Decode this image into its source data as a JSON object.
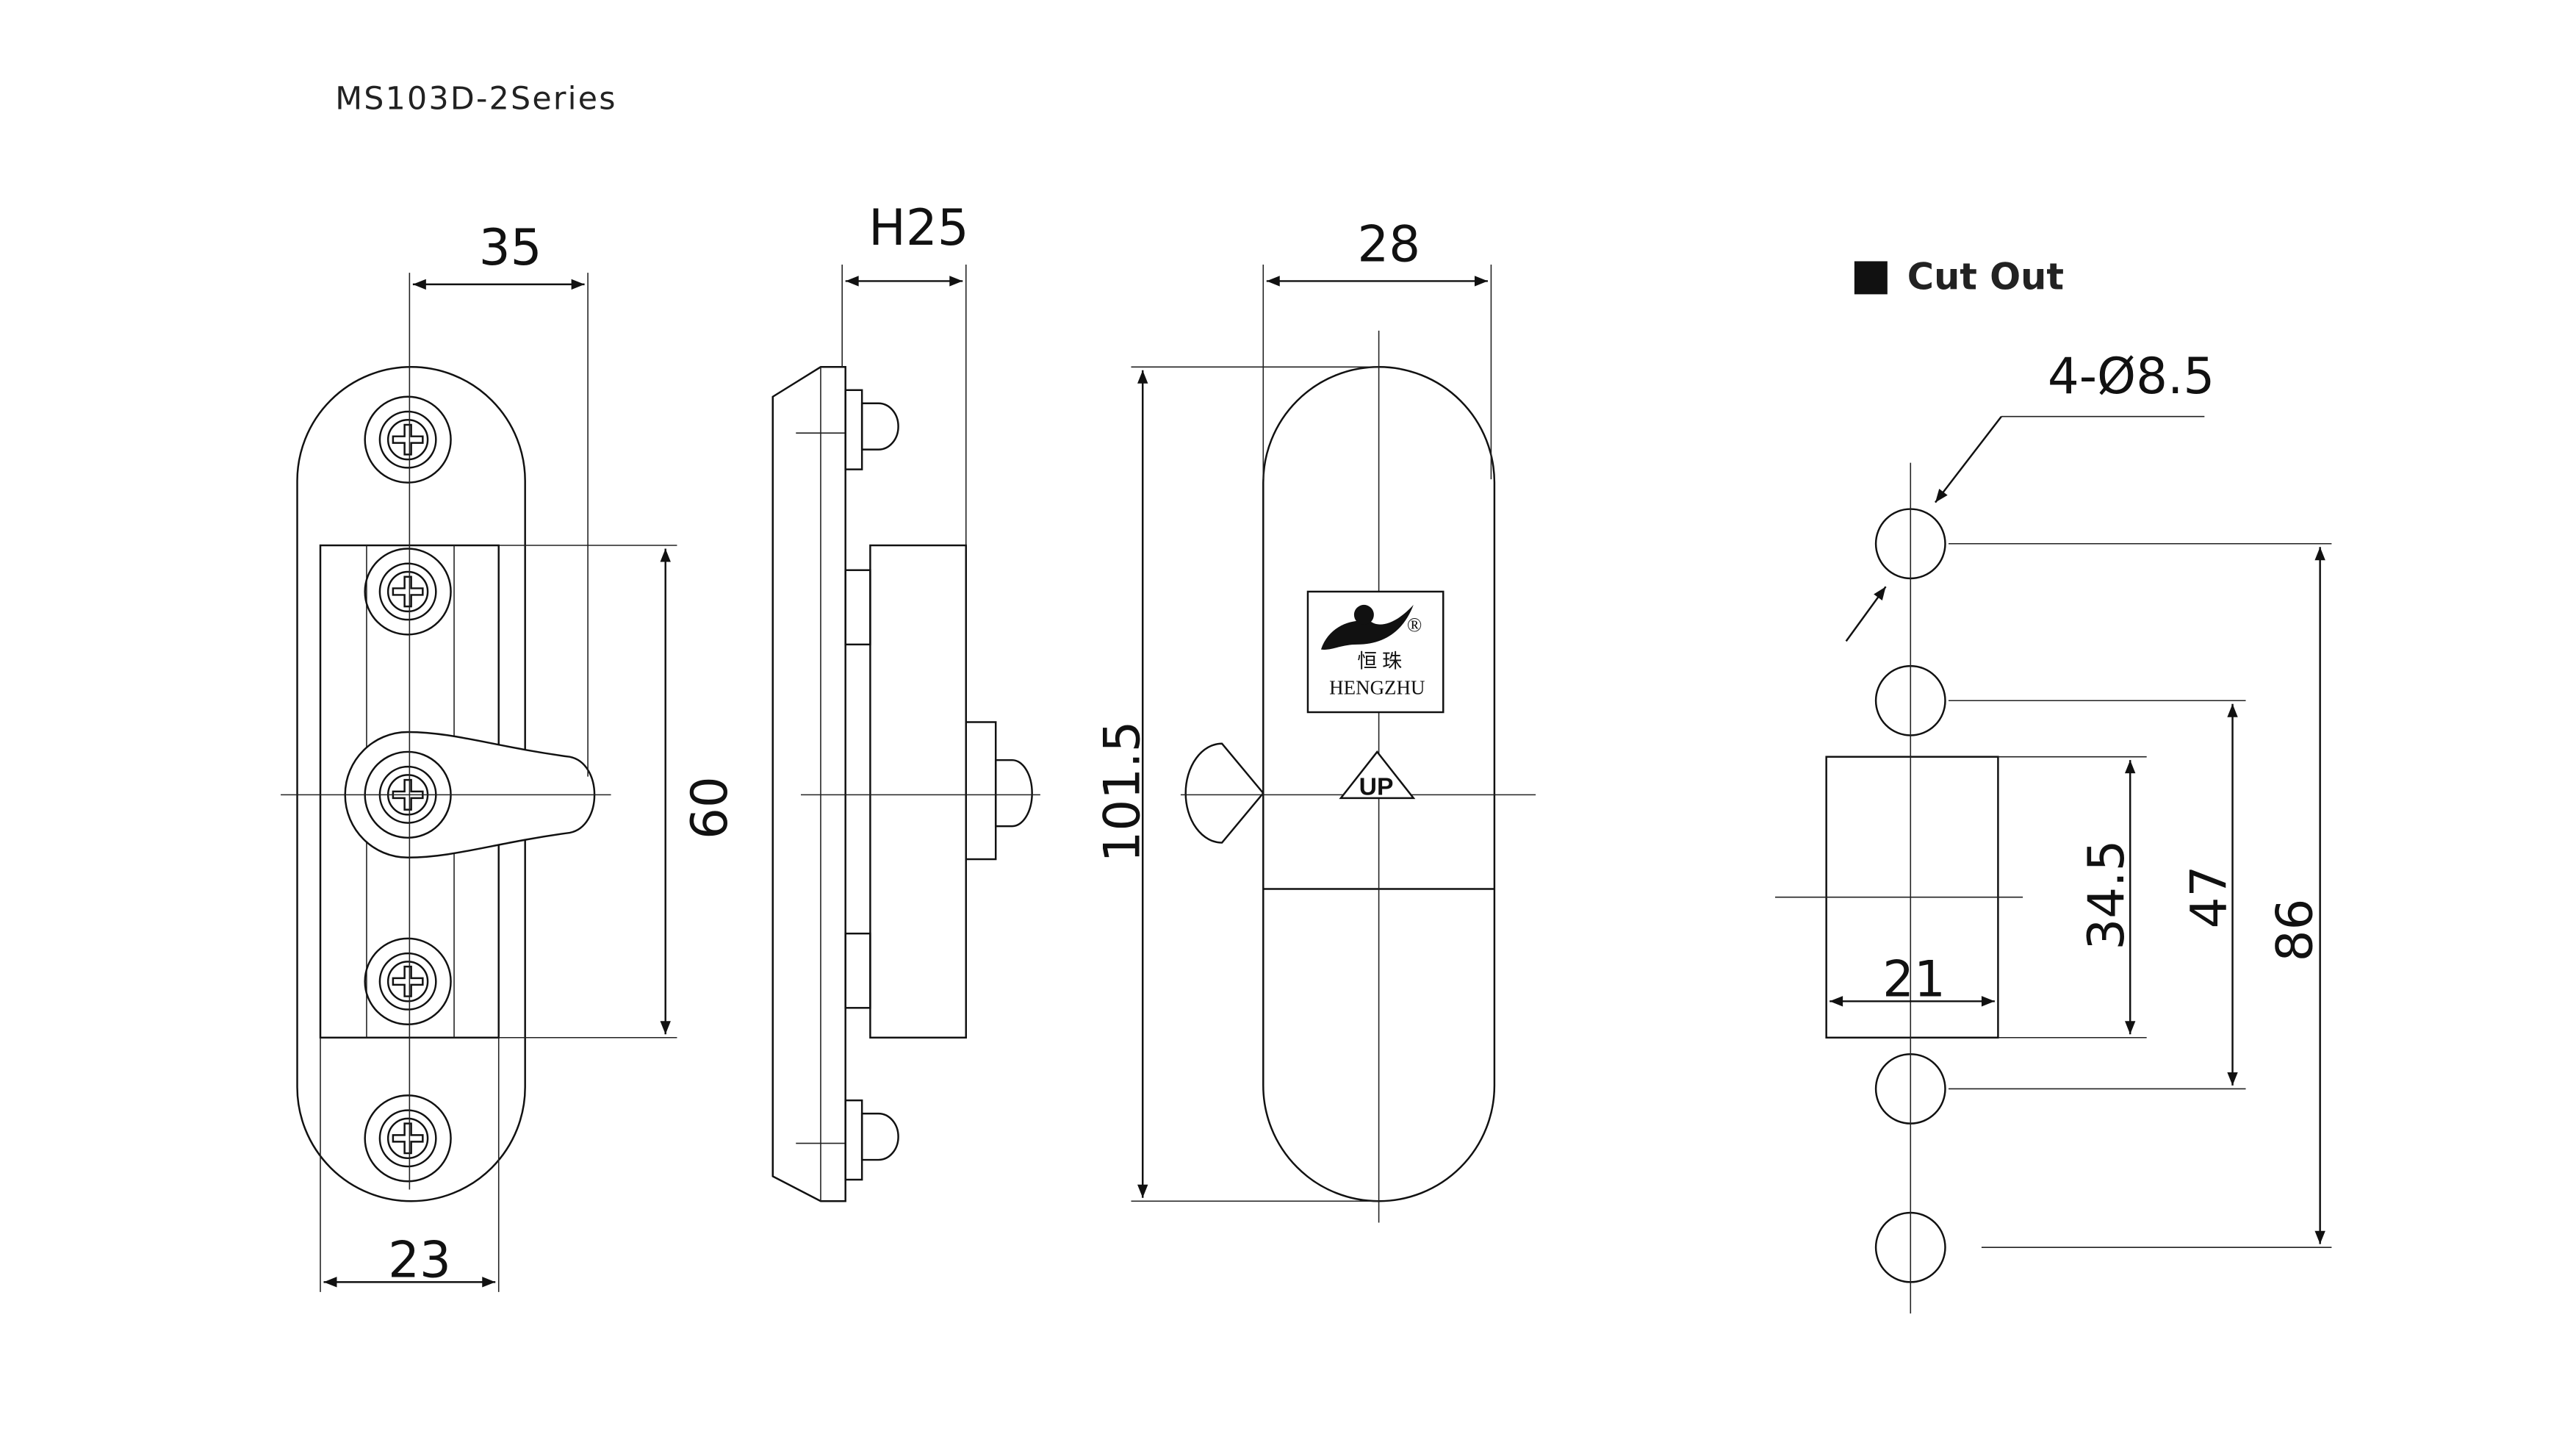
{
  "title": "MS103D-2Series",
  "cut_out": {
    "label": "Cut Out",
    "hole_label": "4-Ø8.5"
  },
  "dimensions": {
    "front_width": "35",
    "front_height": "60",
    "front_bottom": "23",
    "side_depth": "H25",
    "back_width": "28",
    "back_height": "101.5",
    "cut_width": "21",
    "cut_height": "34.5",
    "hole_inner": "47",
    "hole_outer": "86"
  },
  "logo": {
    "cn": "恒 珠",
    "en": "HENGZHU",
    "mark": "®"
  },
  "up_label": "UP"
}
